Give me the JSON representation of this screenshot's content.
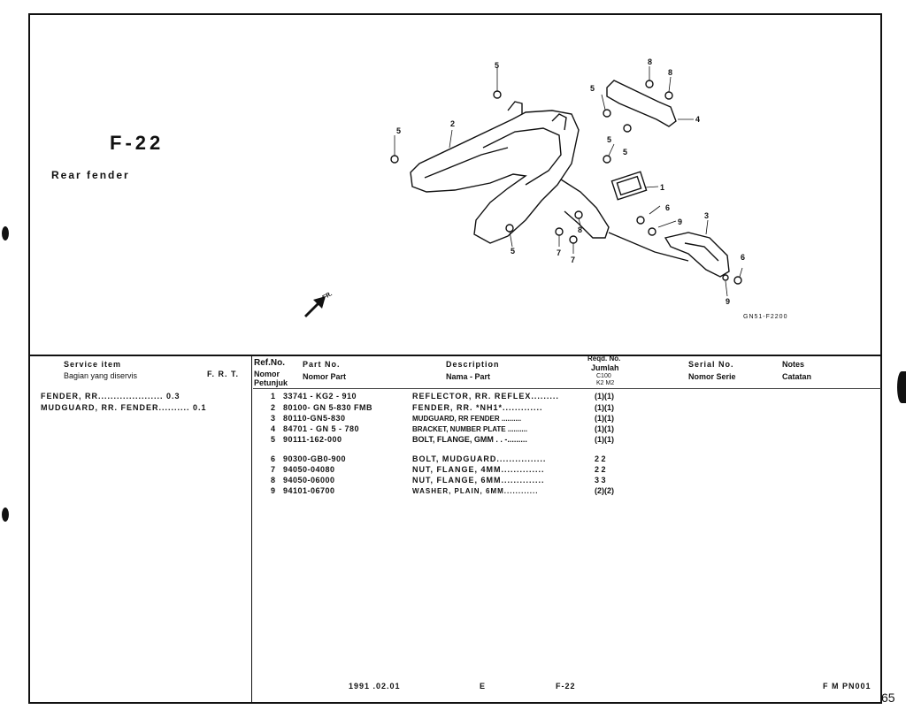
{
  "section": {
    "code": "F-22",
    "name": "Rear fender",
    "drawing_code": "GN51-F2200"
  },
  "callouts": [
    "1",
    "2",
    "3",
    "4",
    "5",
    "5",
    "5",
    "5",
    "5",
    "5",
    "6",
    "6",
    "7",
    "7",
    "8",
    "8",
    "8",
    "9",
    "9"
  ],
  "table": {
    "headers": {
      "service_item": "Service item",
      "service_item_id": "Bagian yang diservis",
      "frt": "F. R. T.",
      "ref_no": "Ref.No.",
      "ref_no_id": "Nomor Petunjuk",
      "part_no": "Part No.",
      "part_no_id": "Nomor Part",
      "description": "Description",
      "description_id": "Nama - Part",
      "reqd_no": "Reqd. No.",
      "jumlah": "Jumlah",
      "models": "C100 K2 M2",
      "serial_no": "Serial No.",
      "serial_no_id": "Nomor Serie",
      "notes": "Notes",
      "notes_id": "Catatan"
    },
    "service_items": [
      {
        "text": "FENDER, RR..................... 0.3"
      },
      {
        "text": "MUDGUARD, RR. FENDER.......... 0.1"
      }
    ],
    "parts": [
      {
        "ref": "1",
        "part_no": "33741 - KG2 - 910",
        "desc": "REFLECTOR, RR. REFLEX.........",
        "qty": "(1)(1)"
      },
      {
        "ref": "2",
        "part_no": "80100- GN 5-830 FMB",
        "desc": "FENDER, RR. *NH1*.............",
        "qty": "(1)(1)"
      },
      {
        "ref": "3",
        "part_no": "80110-GN5-830",
        "desc": "MUDGUARD, RR FENDER ..........",
        "qty": "(1)(1)"
      },
      {
        "ref": "4",
        "part_no": "84701 - GN 5 - 780",
        "desc": "BRACKET, NUMBER PLATE ..........",
        "qty": "(1)(1)"
      },
      {
        "ref": "5",
        "part_no": "90111-162-000",
        "desc": "BOLT, FLANGE, GMM . . -.........",
        "qty": "(1)(1)"
      },
      {
        "ref": "6",
        "part_no": "90300-GB0-900",
        "desc": "BOLT, MUDGUARD................",
        "qty": "2 2"
      },
      {
        "ref": "7",
        "part_no": "94050-04080",
        "desc": "NUT, FLANGE, 4MM..............",
        "qty": "2 2"
      },
      {
        "ref": "8",
        "part_no": "94050-06000",
        "desc": "NUT, FLANGE, 6MM..............",
        "qty": "3 3"
      },
      {
        "ref": "9",
        "part_no": "94101-06700",
        "desc": "WASHER, PLAIN, 6MM............",
        "qty": "(2)(2)"
      }
    ]
  },
  "footer": {
    "date": "1991 .02.01",
    "edition": "E",
    "section_ref": "F-22",
    "code": "F M PN001",
    "page": "65"
  }
}
